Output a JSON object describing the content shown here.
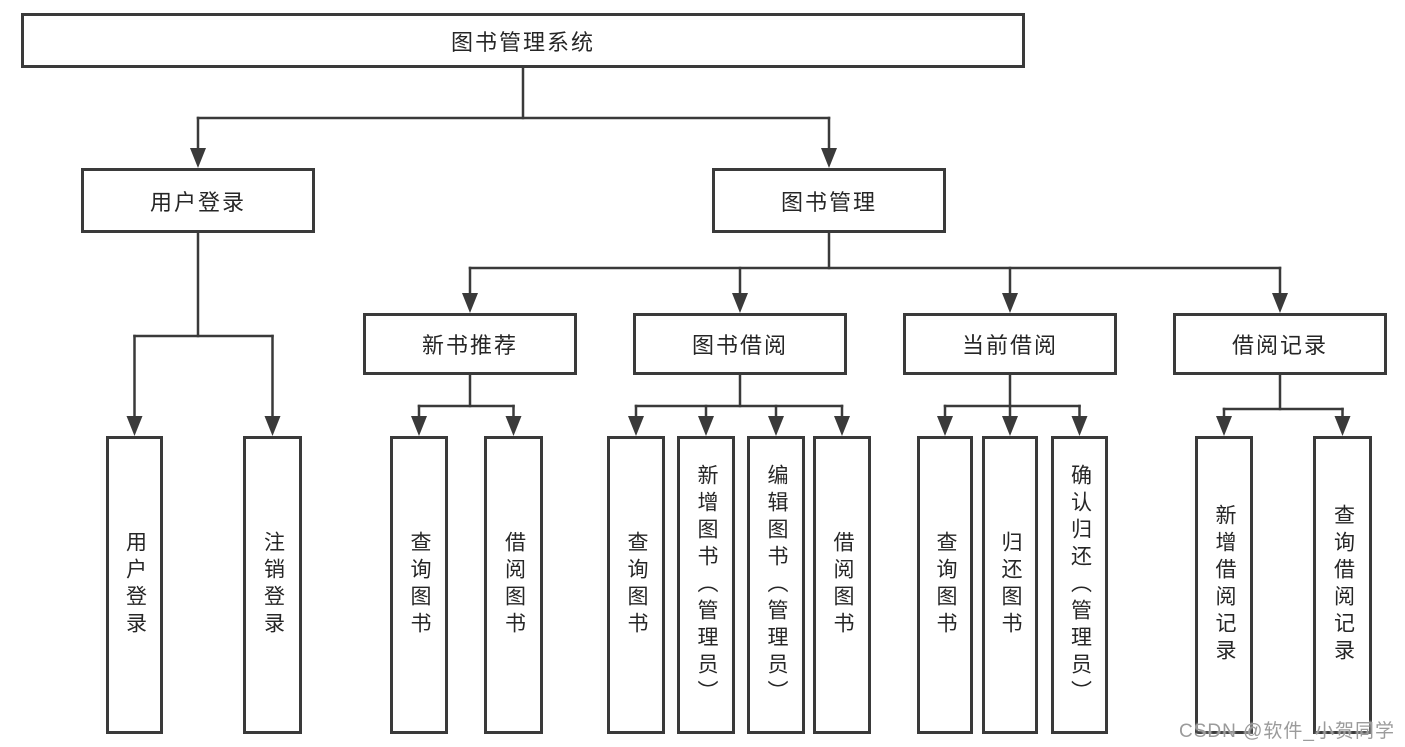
{
  "diagram": {
    "title": "图书管理系统",
    "watermark": "CSDN @软件_小贺同学",
    "colors": {
      "line": "#3a3a3a",
      "border": "#3a3a3a",
      "text": "#262626",
      "watermark": "#9b9b9b",
      "background": "#ffffff"
    },
    "nodes": [
      {
        "id": "root",
        "label": "图书管理系统",
        "orientation": "horizontal",
        "children": [
          "user-login",
          "book-mgmt"
        ]
      },
      {
        "id": "user-login",
        "label": "用户登录",
        "orientation": "horizontal",
        "children": [
          "leaf-user-login",
          "leaf-logout"
        ]
      },
      {
        "id": "book-mgmt",
        "label": "图书管理",
        "orientation": "horizontal",
        "children": [
          "new-book-rec",
          "book-borrow",
          "current-borrow",
          "borrow-record"
        ]
      },
      {
        "id": "leaf-user-login",
        "label": "用户登录",
        "orientation": "vertical",
        "children": []
      },
      {
        "id": "leaf-logout",
        "label": "注销登录",
        "orientation": "vertical",
        "children": []
      },
      {
        "id": "new-book-rec",
        "label": "新书推荐",
        "orientation": "horizontal",
        "children": [
          "nbr-query",
          "nbr-borrow"
        ]
      },
      {
        "id": "book-borrow",
        "label": "图书借阅",
        "orientation": "horizontal",
        "children": [
          "bb-query",
          "bb-add",
          "bb-edit",
          "bb-borrow"
        ]
      },
      {
        "id": "current-borrow",
        "label": "当前借阅",
        "orientation": "horizontal",
        "children": [
          "cb-query",
          "cb-return",
          "cb-confirm"
        ]
      },
      {
        "id": "borrow-record",
        "label": "借阅记录",
        "orientation": "horizontal",
        "children": [
          "br-add",
          "br-query"
        ]
      },
      {
        "id": "nbr-query",
        "label": "查询图书",
        "orientation": "vertical",
        "children": []
      },
      {
        "id": "nbr-borrow",
        "label": "借阅图书",
        "orientation": "vertical",
        "children": []
      },
      {
        "id": "bb-query",
        "label": "查询图书",
        "orientation": "vertical",
        "children": []
      },
      {
        "id": "bb-add",
        "label": "新增图书（管理员）",
        "orientation": "vertical",
        "children": []
      },
      {
        "id": "bb-edit",
        "label": "编辑图书（管理员）",
        "orientation": "vertical",
        "children": []
      },
      {
        "id": "bb-borrow",
        "label": "借阅图书",
        "orientation": "vertical",
        "children": []
      },
      {
        "id": "cb-query",
        "label": "查询图书",
        "orientation": "vertical",
        "children": []
      },
      {
        "id": "cb-return",
        "label": "归还图书",
        "orientation": "vertical",
        "children": []
      },
      {
        "id": "cb-confirm",
        "label": "确认归还（管理员）",
        "orientation": "vertical",
        "children": []
      },
      {
        "id": "br-add",
        "label": "新增借阅记录",
        "orientation": "vertical",
        "children": []
      },
      {
        "id": "br-query",
        "label": "查询借阅记录",
        "orientation": "vertical",
        "children": []
      }
    ]
  }
}
